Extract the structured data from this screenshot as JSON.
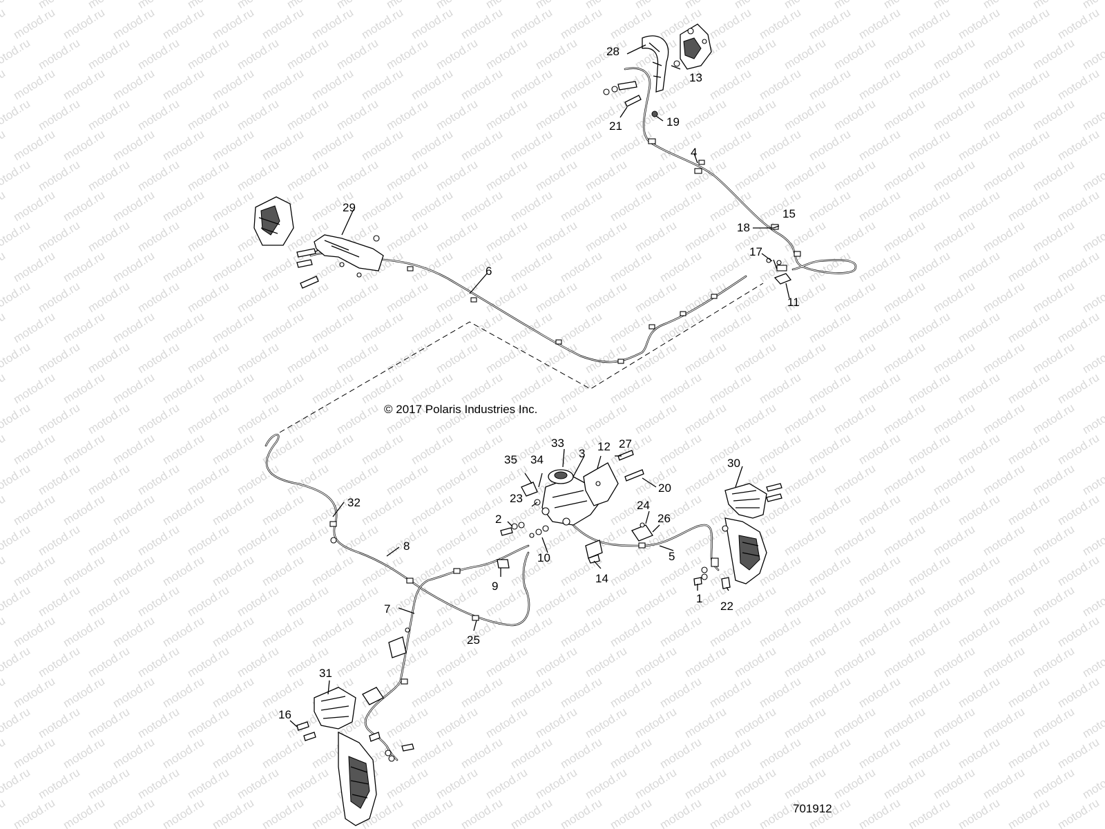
{
  "watermark": "motod.ru",
  "copyright": "© 2017 Polaris Industries Inc.",
  "diagram_number": "701912",
  "callouts": [
    "1",
    "2",
    "3",
    "4",
    "5",
    "6",
    "7",
    "8",
    "9",
    "10",
    "11",
    "12",
    "13",
    "14",
    "15",
    "16",
    "17",
    "18",
    "19",
    "20",
    "21",
    "22",
    "23",
    "24",
    "25",
    "26",
    "27",
    "28",
    "29",
    "30",
    "31",
    "32",
    "33",
    "34",
    "35"
  ]
}
